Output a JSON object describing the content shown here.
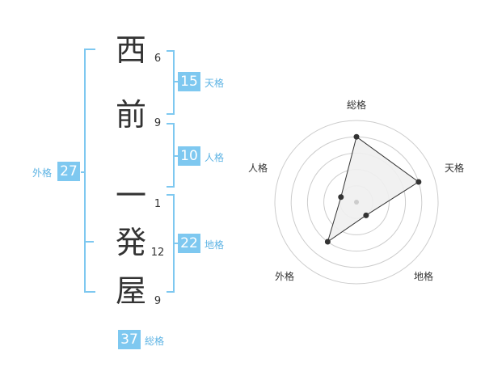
{
  "name": {
    "characters": [
      {
        "char": "西",
        "strokes": "6"
      },
      {
        "char": "前",
        "strokes": "9"
      },
      {
        "char": "一",
        "strokes": "1"
      },
      {
        "char": "発",
        "strokes": "12"
      },
      {
        "char": "屋",
        "strokes": "9"
      }
    ]
  },
  "fortunes": {
    "tenkaku": {
      "label": "天格",
      "value": "15"
    },
    "jinkaku": {
      "label": "人格",
      "value": "10"
    },
    "chikaku": {
      "label": "地格",
      "value": "22"
    },
    "gaikaku": {
      "label": "外格",
      "value": "27"
    },
    "soukaku": {
      "label": "総格",
      "value": "37"
    }
  },
  "colors": {
    "accent": "#7ec8f0",
    "accent_text": "#5fb4e4",
    "text": "#333333",
    "grid": "#cccccc",
    "fill": "#f0f0f0"
  },
  "chart_data": {
    "type": "radar",
    "axes": [
      "総格",
      "天格",
      "地格",
      "外格",
      "人格"
    ],
    "values": [
      4,
      4,
      1,
      3,
      1
    ],
    "max": 5,
    "grid_levels": 5
  }
}
